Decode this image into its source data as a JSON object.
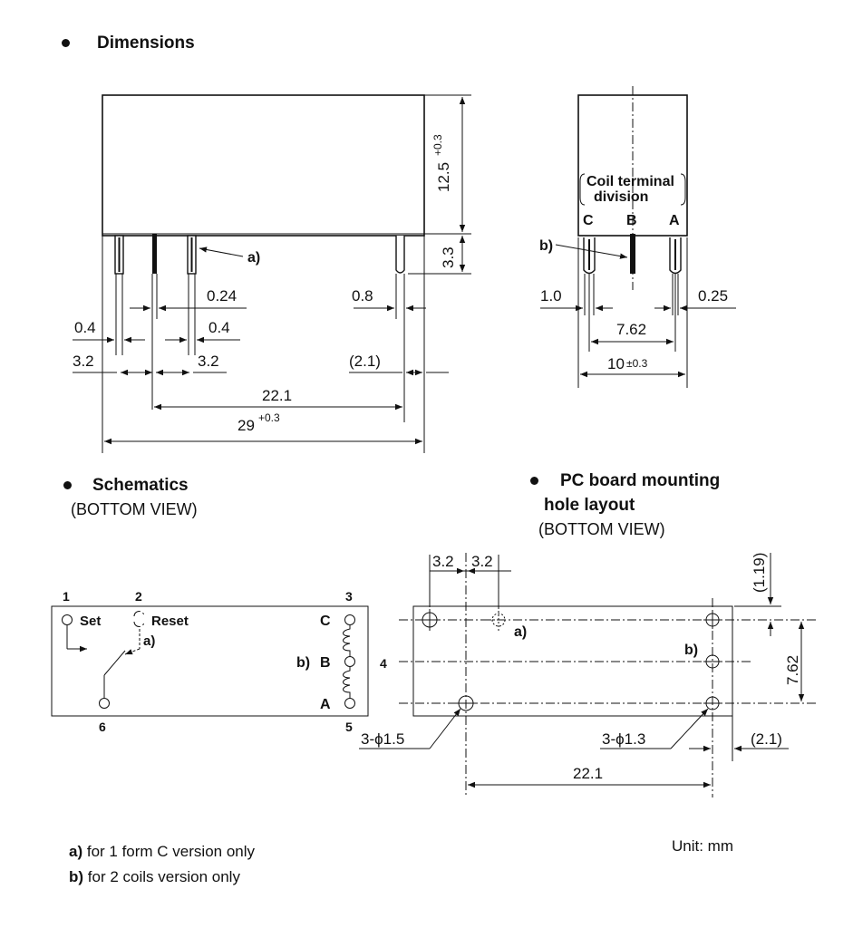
{
  "sections": {
    "dimensions": "Dimensions",
    "schematics": "Schematics",
    "schematics_sub": "(BOTTOM VIEW)",
    "pcb_line1": "PC board mounting",
    "pcb_line2": "hole layout",
    "pcb_sub": "(BOTTOM VIEW)"
  },
  "front_view": {
    "height_body": "12.5",
    "height_body_tol": "+0.3",
    "height_pin": "3.3",
    "label_a": "a)",
    "pin_w_inner": "0.24",
    "pin_w_right": "0.8",
    "pin_w_left": "0.4",
    "pin_w_mid": "0.4",
    "pitch_left": "3.2",
    "pitch_mid": "3.2",
    "offset_right": "(2.1)",
    "span": "22.1",
    "length": "29",
    "length_tol": "+0.3"
  },
  "side_view": {
    "coil_label_1": "Coil terminal",
    "coil_label_2": "division",
    "pin_c": "C",
    "pin_b": "B",
    "pin_a": "A",
    "label_b": "b)",
    "left_w": "1.0",
    "right_w": "0.25",
    "pitch": "7.62",
    "width": "10",
    "width_tol": "±0.3"
  },
  "schematic": {
    "pin1": "1",
    "pin2": "2",
    "pin3": "3",
    "pin4": "4",
    "pin5": "5",
    "pin6": "6",
    "set": "Set",
    "reset": "Reset",
    "label_a": "a)",
    "coil_c": "C",
    "coil_b": "B",
    "coil_a": "A",
    "label_b": "b)"
  },
  "pcb": {
    "pitch1": "3.2",
    "pitch2": "3.2",
    "top_off": "(1.19)",
    "label_a": "a)",
    "label_b": "b)",
    "height": "7.62",
    "hole_big": "3-ϕ1.5",
    "hole_small": "3-ϕ1.3",
    "right_off": "(2.1)",
    "span": "22.1"
  },
  "notes": {
    "a_key": "a)",
    "a_text": " for 1 form C version only",
    "b_key": "b)",
    "b_text": " for 2 coils version only",
    "unit": "Unit: mm"
  }
}
